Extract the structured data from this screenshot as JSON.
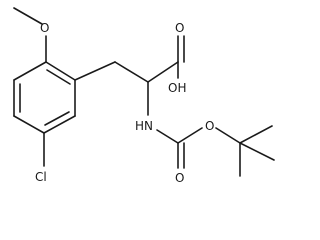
{
  "atoms": {
    "methoxy_o": "O",
    "carboxyl_oh": "OH",
    "carboxyl_o": "O",
    "amine_nh": "HN",
    "carbamate_o": "O",
    "carbamate_o2": "O",
    "chloro": "Cl"
  }
}
